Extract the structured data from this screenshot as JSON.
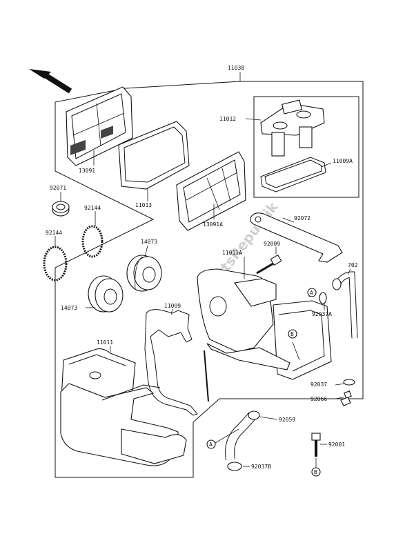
{
  "diagram": {
    "labels": {
      "assy": "11038",
      "box_top": "11012",
      "box_gasket": "11009A",
      "filter_left": "13091",
      "filter_mid": "11013",
      "frame": "13091A",
      "ring_top": "92071",
      "oring_top": "92144",
      "oring_left": "92144",
      "plug_top": "14073",
      "plug_left": "14073",
      "stay": "92072",
      "bolt_a": "92009",
      "case_upper": "11011A",
      "hose_702": "702",
      "clamp_a": "92037A",
      "gasket": "11009",
      "case_lower": "11011",
      "clamp_b": "92037",
      "cap": "92066",
      "hose_b": "92059",
      "bolt_b": "92001",
      "clamp_c": "92037B"
    },
    "callouts": {
      "a1": "A",
      "a2": "A",
      "b1": "B",
      "b2": "B"
    },
    "watermark": "PartsRepublik"
  }
}
